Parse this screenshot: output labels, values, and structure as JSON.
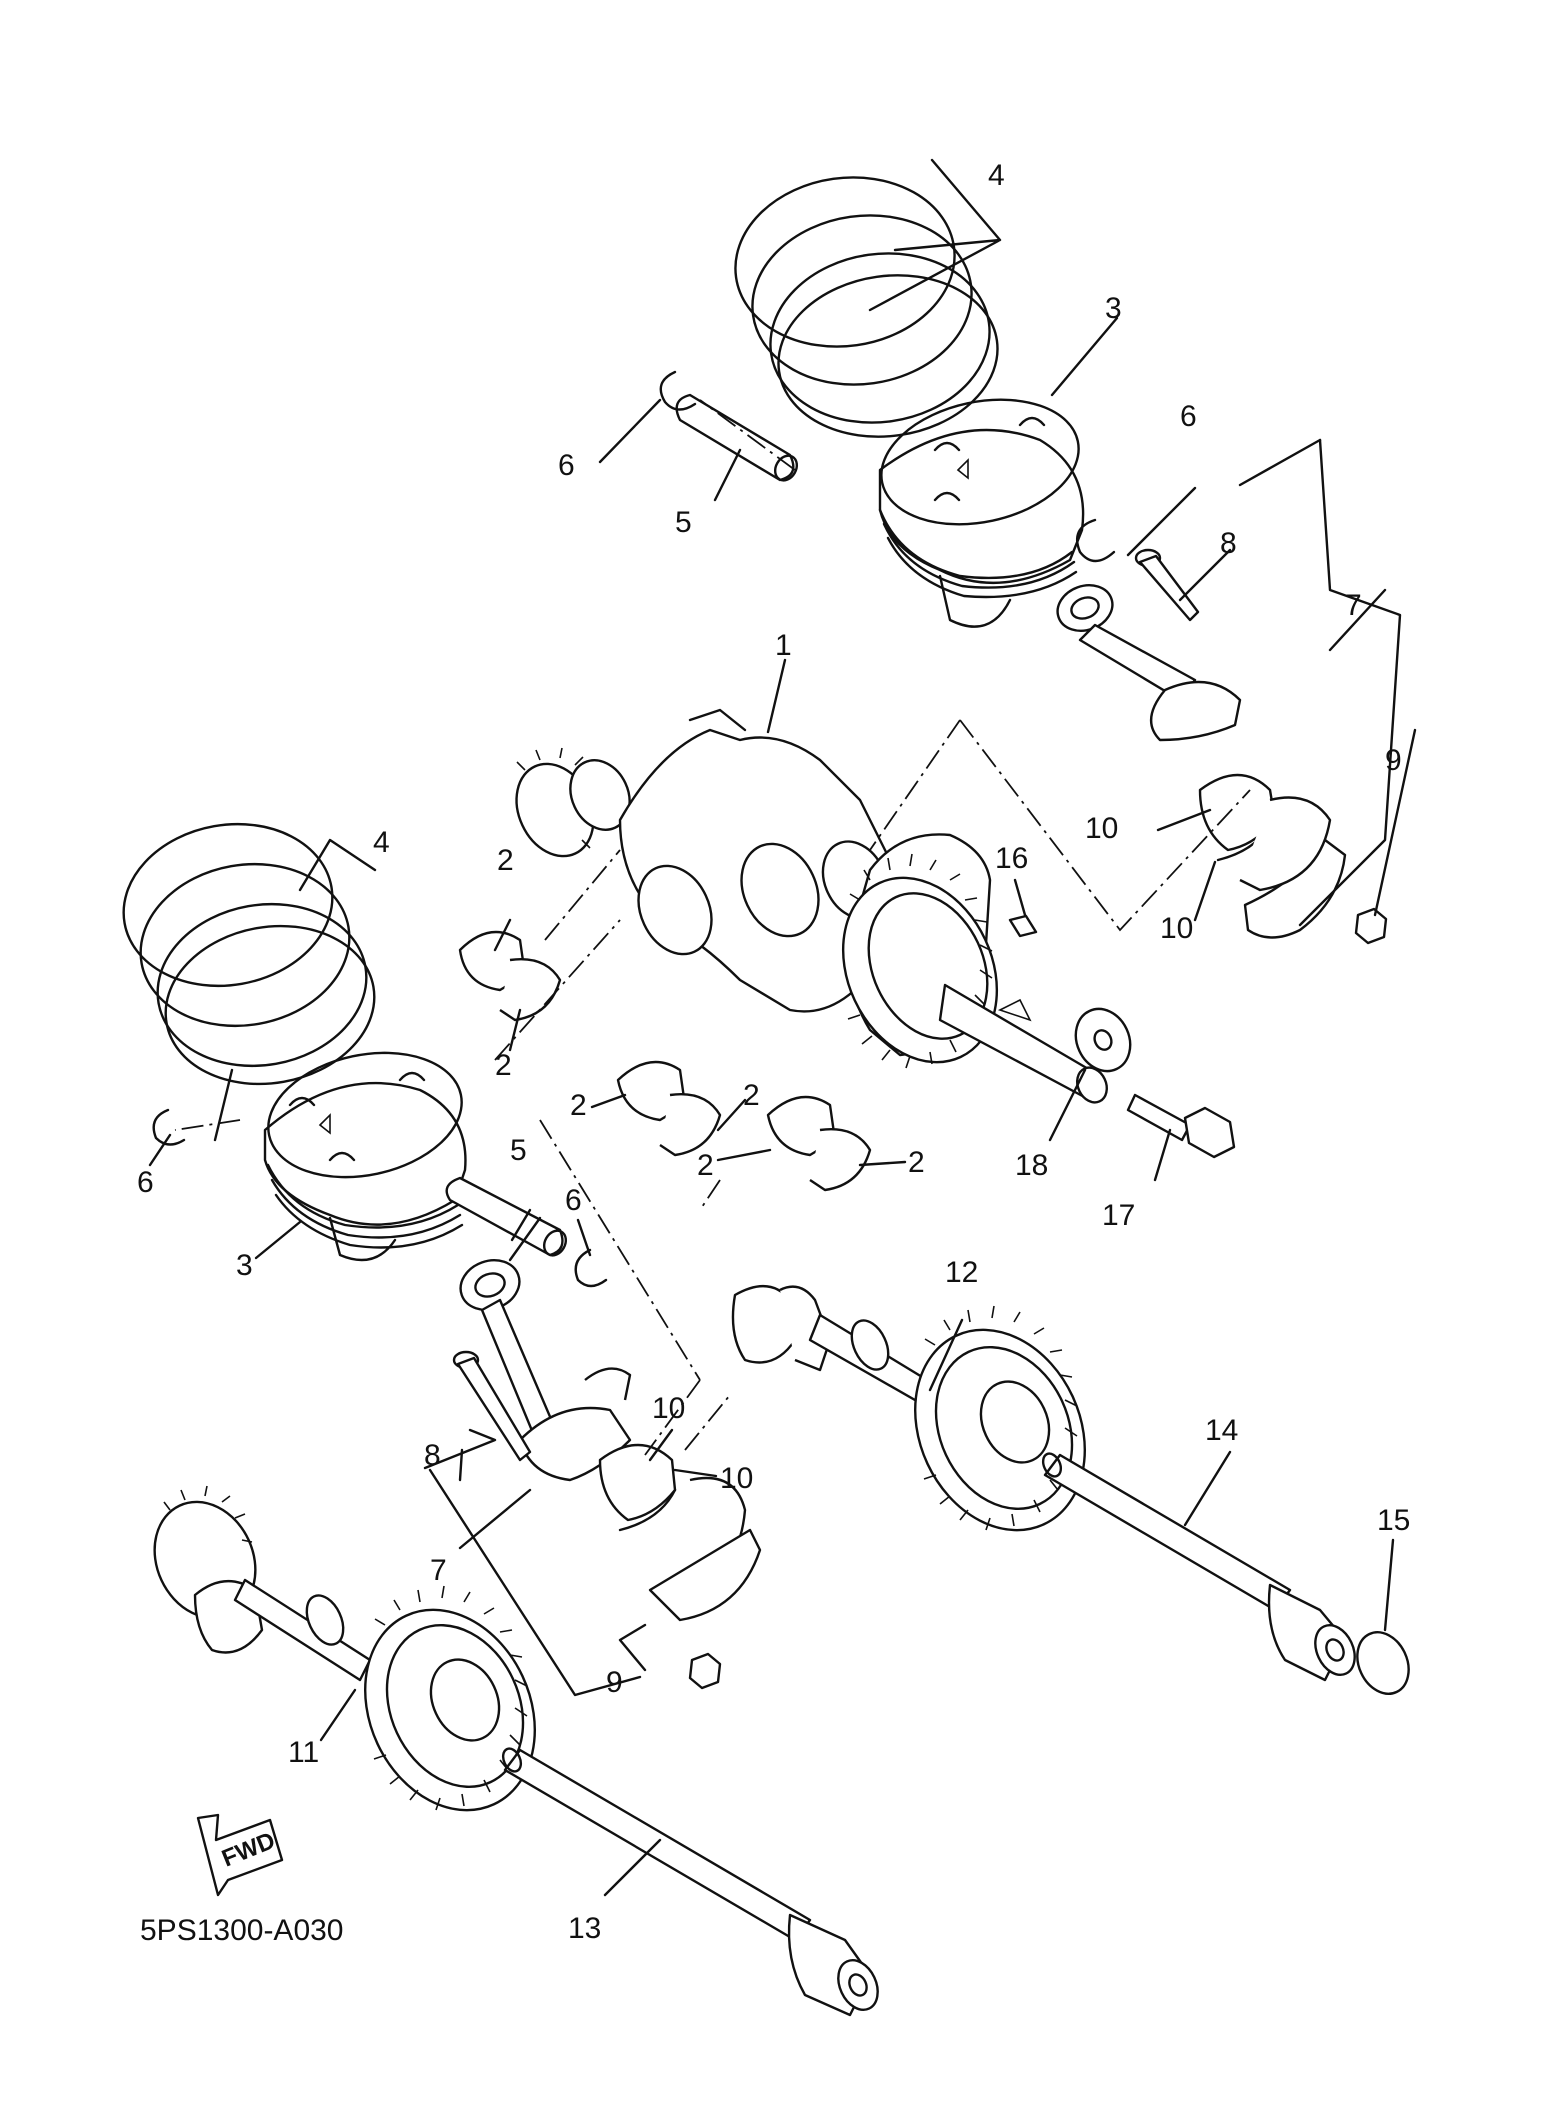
{
  "diagram": {
    "code": "5PS1300-A030",
    "direction_label": "FWD",
    "callouts": {
      "c1": "1",
      "c2a": "2",
      "c2b": "2",
      "c2c": "2",
      "c2d": "2",
      "c2e": "2",
      "c2f": "2",
      "c3a": "3",
      "c3b": "3",
      "c4a": "4",
      "c4b": "4",
      "c5a": "5",
      "c5b": "5",
      "c6a": "6",
      "c6b": "6",
      "c6c": "6",
      "c6d": "6",
      "c7a": "7",
      "c7b": "7",
      "c8a": "8",
      "c8b": "8",
      "c9a": "9",
      "c9b": "9",
      "c10a": "10",
      "c10b": "10",
      "c10c": "10",
      "c10d": "10",
      "c11": "11",
      "c12": "12",
      "c13": "13",
      "c14": "14",
      "c15": "15",
      "c16": "16",
      "c17": "17",
      "c18": "18"
    }
  }
}
